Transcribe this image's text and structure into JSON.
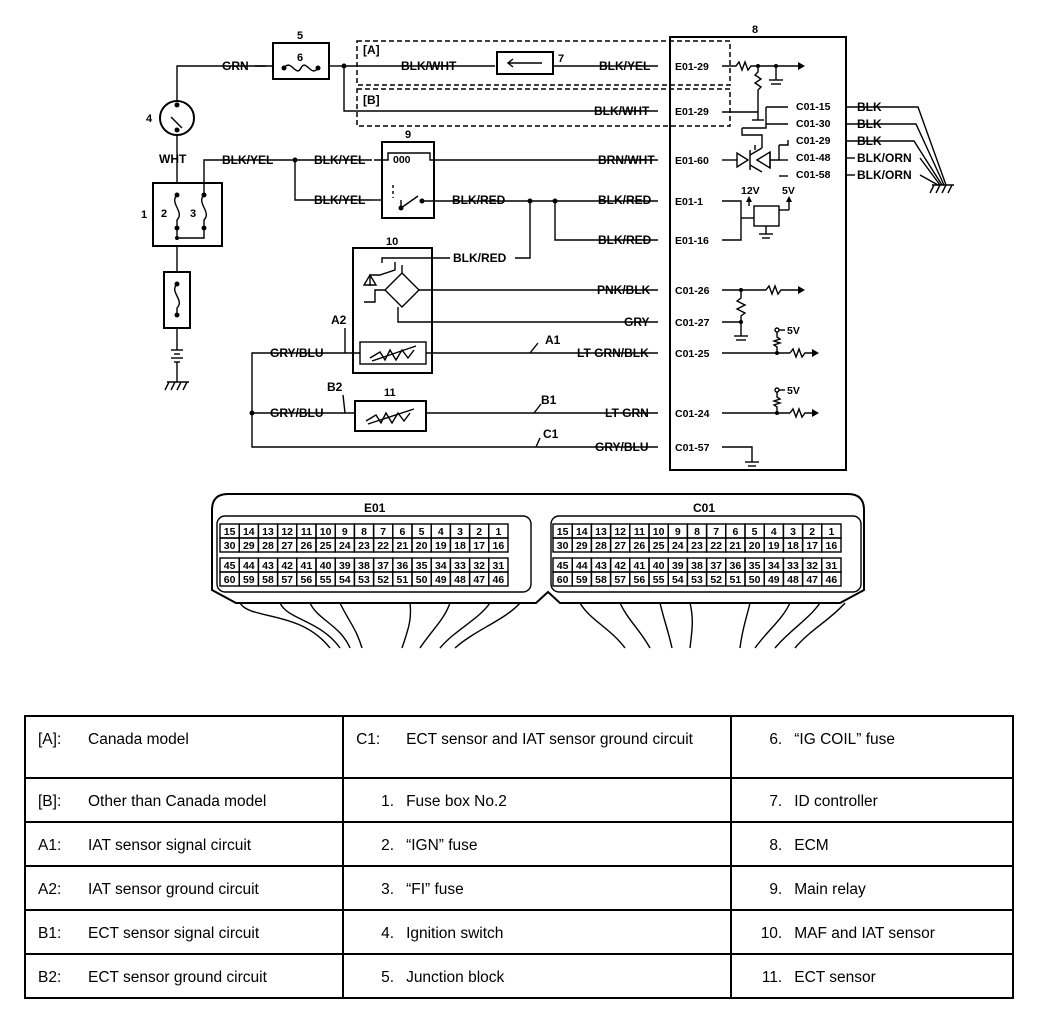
{
  "wires": {
    "grn": "GRN",
    "wht": "WHT",
    "blk_wht_a": "BLK/WHT",
    "blk_yel_a": "BLK/YEL",
    "blk_wht_b": "BLK/WHT",
    "blk_yel_1": "BLK/YEL",
    "blk_yel_2": "BLK/YEL",
    "blk_yel_3": "BLK/YEL",
    "brn_wht": "BRN/WHT",
    "blk_red_1": "BLK/RED",
    "blk_red_2": "BLK/RED",
    "blk_red_3": "BLK/RED",
    "blk_red_4": "BLK/RED",
    "pnk_blk": "PNK/BLK",
    "gry": "GRY",
    "gry_blu_1": "GRY/BLU",
    "gry_blu_2": "GRY/BLU",
    "gry_blu_3": "GRY/BLU",
    "lt_grn_blk": "LT GRN/BLK",
    "lt_grn": "LT GRN",
    "blk_1": "BLK",
    "blk_2": "BLK",
    "blk_3": "BLK",
    "blk_orn_1": "BLK/ORN",
    "blk_orn_2": "BLK/ORN"
  },
  "terminals": {
    "e01_29a": "E01-29",
    "e01_29b": "E01-29",
    "e01_60": "E01-60",
    "e01_1": "E01-1",
    "e01_16": "E01-16",
    "c01_26": "C01-26",
    "c01_27": "C01-27",
    "c01_25": "C01-25",
    "c01_24": "C01-24",
    "c01_57": "C01-57",
    "c01_15": "C01-15",
    "c01_30": "C01-30",
    "c01_29": "C01-29",
    "c01_48": "C01-48",
    "c01_58": "C01-58"
  },
  "voltages": {
    "v12": "12V",
    "v5a": "5V",
    "v5b": "5V",
    "v5c": "5V"
  },
  "callouts": {
    "a": "[A]",
    "b": "[B]",
    "a1": "A1",
    "a2": "A2",
    "b1": "B1",
    "b2": "B2",
    "c1": "C1",
    "n1": "1",
    "n2": "2",
    "n3": "3",
    "n4": "4",
    "n5": "5",
    "n6": "6",
    "n7": "7",
    "n8": "8",
    "n9": "9",
    "n10": "10",
    "n11": "11",
    "relay_coil": "000"
  },
  "connectors": {
    "e01_title": "E01",
    "c01_title": "C01",
    "row1": [
      "15",
      "14",
      "13",
      "12",
      "11",
      "10",
      "9",
      "8",
      "7",
      "6",
      "5",
      "4",
      "3",
      "2",
      "1"
    ],
    "row2": [
      "30",
      "29",
      "28",
      "27",
      "26",
      "25",
      "24",
      "23",
      "22",
      "21",
      "20",
      "19",
      "18",
      "17",
      "16"
    ],
    "row3": [
      "45",
      "44",
      "43",
      "42",
      "41",
      "40",
      "39",
      "38",
      "37",
      "36",
      "35",
      "34",
      "33",
      "32",
      "31"
    ],
    "row4": [
      "60",
      "59",
      "58",
      "57",
      "56",
      "55",
      "54",
      "53",
      "52",
      "51",
      "50",
      "49",
      "48",
      "47",
      "46"
    ]
  },
  "legend": {
    "rows": [
      [
        {
          "k": "[A]:",
          "v": "Canada model"
        },
        {
          "k": "C1:",
          "v": "ECT sensor and IAT sensor ground circuit"
        },
        {
          "k": "6.",
          "v": "“IG COIL” fuse"
        }
      ],
      [
        {
          "k": "[B]:",
          "v": "Other than Canada model"
        },
        {
          "k": "1.",
          "v": "Fuse box No.2"
        },
        {
          "k": "7.",
          "v": "ID controller"
        }
      ],
      [
        {
          "k": "A1:",
          "v": "IAT sensor signal circuit"
        },
        {
          "k": "2.",
          "v": "“IGN” fuse"
        },
        {
          "k": "8.",
          "v": "ECM"
        }
      ],
      [
        {
          "k": "A2:",
          "v": "IAT sensor ground circuit"
        },
        {
          "k": "3.",
          "v": "“FI” fuse"
        },
        {
          "k": "9.",
          "v": "Main relay"
        }
      ],
      [
        {
          "k": "B1:",
          "v": "ECT sensor signal circuit"
        },
        {
          "k": "4.",
          "v": "Ignition switch"
        },
        {
          "k": "10.",
          "v": "MAF and IAT sensor"
        }
      ],
      [
        {
          "k": "B2:",
          "v": "ECT sensor ground circuit"
        },
        {
          "k": "5.",
          "v": "Junction block"
        },
        {
          "k": "11.",
          "v": "ECT sensor"
        }
      ]
    ]
  }
}
